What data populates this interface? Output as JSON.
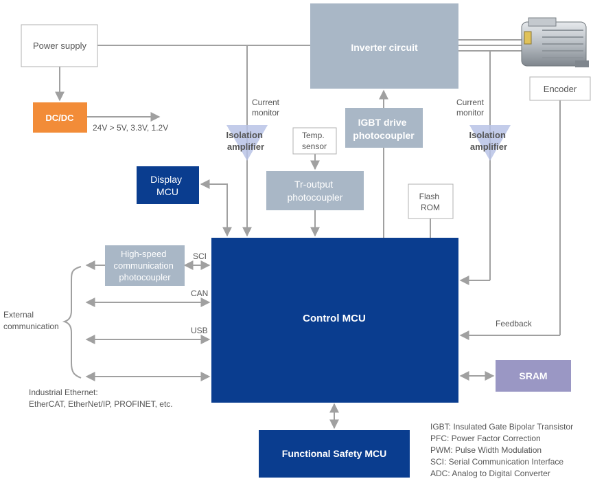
{
  "blocks": {
    "power_supply": "Power supply",
    "dcdc": "DC/DC",
    "dcdc_outputs": "24V > 5V, 3.3V, 1.2V",
    "inverter": "Inverter circuit",
    "encoder": "Encoder",
    "igbt_drive": [
      "IGBT drive",
      "photocoupler"
    ],
    "temp_sensor": [
      "Temp.",
      "sensor"
    ],
    "tr_output": [
      "Tr-output",
      "photocoupler"
    ],
    "display_mcu": [
      "Display",
      "MCU"
    ],
    "flash_rom": [
      "Flash",
      "ROM"
    ],
    "hs_comm": [
      "High-speed",
      "communication",
      "photocoupler"
    ],
    "control_mcu": "Control MCU",
    "sram": "SRAM",
    "functional_safety": "Functional Safety MCU"
  },
  "labels": {
    "current_monitor_left": [
      "Current",
      "monitor"
    ],
    "current_monitor_right": [
      "Current",
      "monitor"
    ],
    "isolation_left": [
      "Isolation",
      "amplifier"
    ],
    "isolation_right": [
      "Isolation",
      "amplifier"
    ],
    "sci": "SCI",
    "can": "CAN",
    "usb": "USB",
    "feedback": "Feedback",
    "external_comm": [
      "External",
      "communication"
    ],
    "industrial_ethernet": [
      "Industrial Ethernet:",
      "EtherCAT, EtherNet/IP, PROFINET, etc."
    ]
  },
  "legend": [
    "IGBT: Insulated Gate Bipolar Transistor",
    "PFC: Power Factor Correction",
    "PWM: Pulse Width Modulation",
    "SCI: Serial Communication Interface",
    "ADC: Analog to Digital Converter"
  ],
  "colors": {
    "dark_blue": "#0a3d8f",
    "gray_blue": "#a9b7c6",
    "orange": "#f28c38",
    "lavender": "#9a97c4",
    "line": "#a0a0a0",
    "box_border": "#b0b0b0"
  }
}
